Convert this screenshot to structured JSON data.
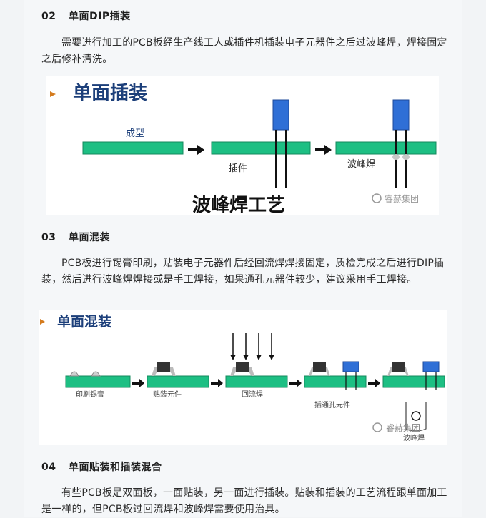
{
  "sections": [
    {
      "num": "02",
      "title": "单面DIP插装"
    },
    {
      "num": "03",
      "title": "单面混装"
    },
    {
      "num": "04",
      "title": "单面贴装和插装混合"
    }
  ],
  "paragraphs": [
    "需要进行加工的PCB板经生产线工人或插件机插装电子元器件之后过波峰焊，焊接固定之后修补清洗。",
    "PCB板进行锡膏印刷，贴装电子元器件后经回流焊焊接固定，质检完成之后进行DIP插装，然后进行波峰焊焊接或是手工焊接，如果通孔元器件较少，建议采用手工焊接。",
    "有些PCB板是双面板，一面贴装，另一面进行插装。贴装和插装的工艺流程跟单面加工是一样的，但PCB板过回流焊和波峰焊需要使用治具。"
  ],
  "figure1": {
    "title": "单面插装",
    "step_labels": [
      "成型",
      "插件",
      "波峰焊"
    ],
    "caption": "波峰焊工艺",
    "watermark": "睿赫集团"
  },
  "figure2": {
    "title": "单面混装",
    "step_labels": [
      "印刷锡膏",
      "贴装元件",
      "回流焊",
      "插通孔元件",
      "波峰焊"
    ],
    "watermark": "睿赫集团"
  },
  "colors": {
    "board": "#1dbf83",
    "component": "#2f6fd6",
    "title_text": "#1c3f7a",
    "bullet": "#d47b1e"
  }
}
